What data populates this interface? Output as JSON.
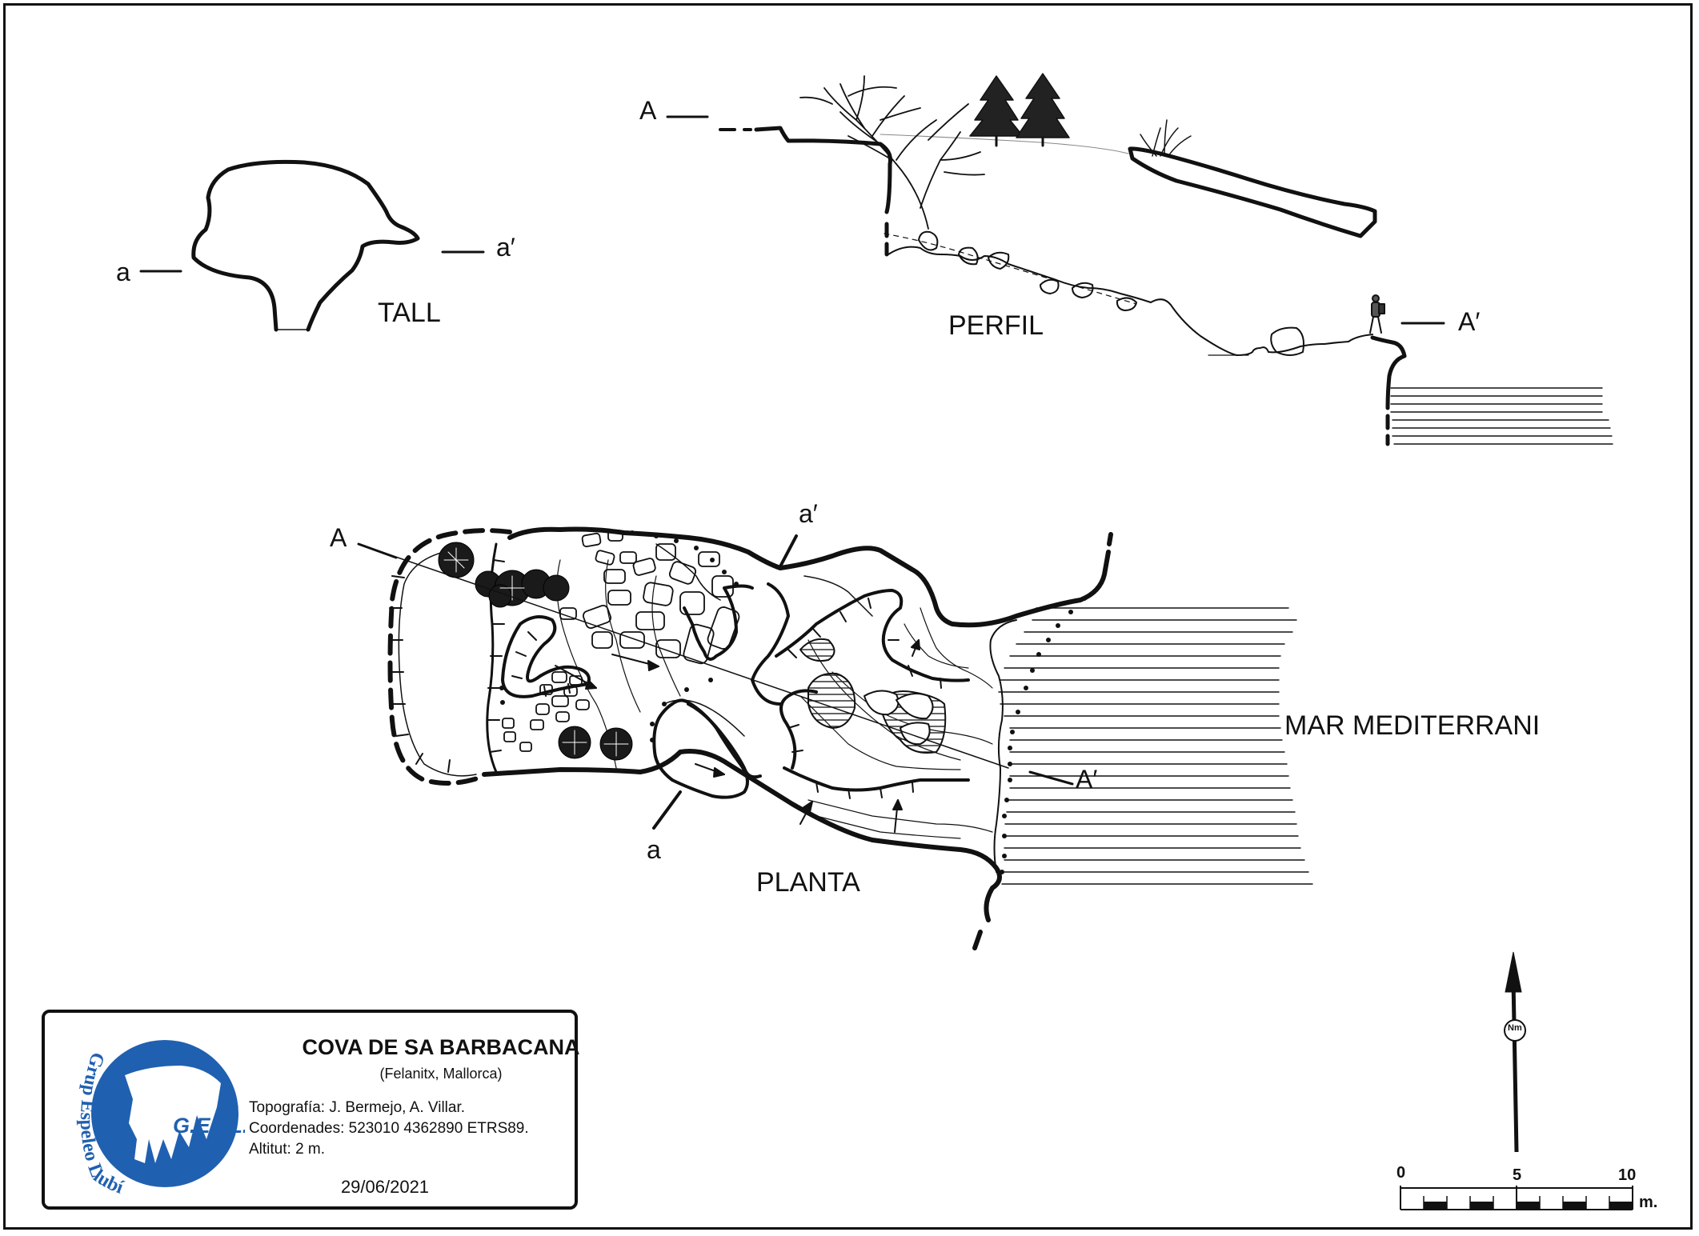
{
  "labels": {
    "tall": "TALL",
    "perfil": "PERFIL",
    "planta": "PLANTA",
    "mar": "MAR MEDITERRANI",
    "a": "a",
    "a_prime": "a′",
    "A": "A",
    "A_prime": "A′"
  },
  "info": {
    "title": "COVA DE SA BARBACANA",
    "subtitle": "(Felanitx, Mallorca)",
    "topografia": "Topografía: J. Bermejo, A. Villar.",
    "coordenades": "Coordenades: 523010 4362890 ETRS89.",
    "altitut": "Altitut: 2 m.",
    "date": "29/06/2021"
  },
  "logo": {
    "text": "G.E.LL.",
    "arc_text": "Grup Espeleo Llubí",
    "color": "#2060b0"
  },
  "north": {
    "label": "Nm"
  },
  "scale": {
    "ticks": [
      "0",
      "5",
      "10"
    ],
    "unit": "m."
  }
}
